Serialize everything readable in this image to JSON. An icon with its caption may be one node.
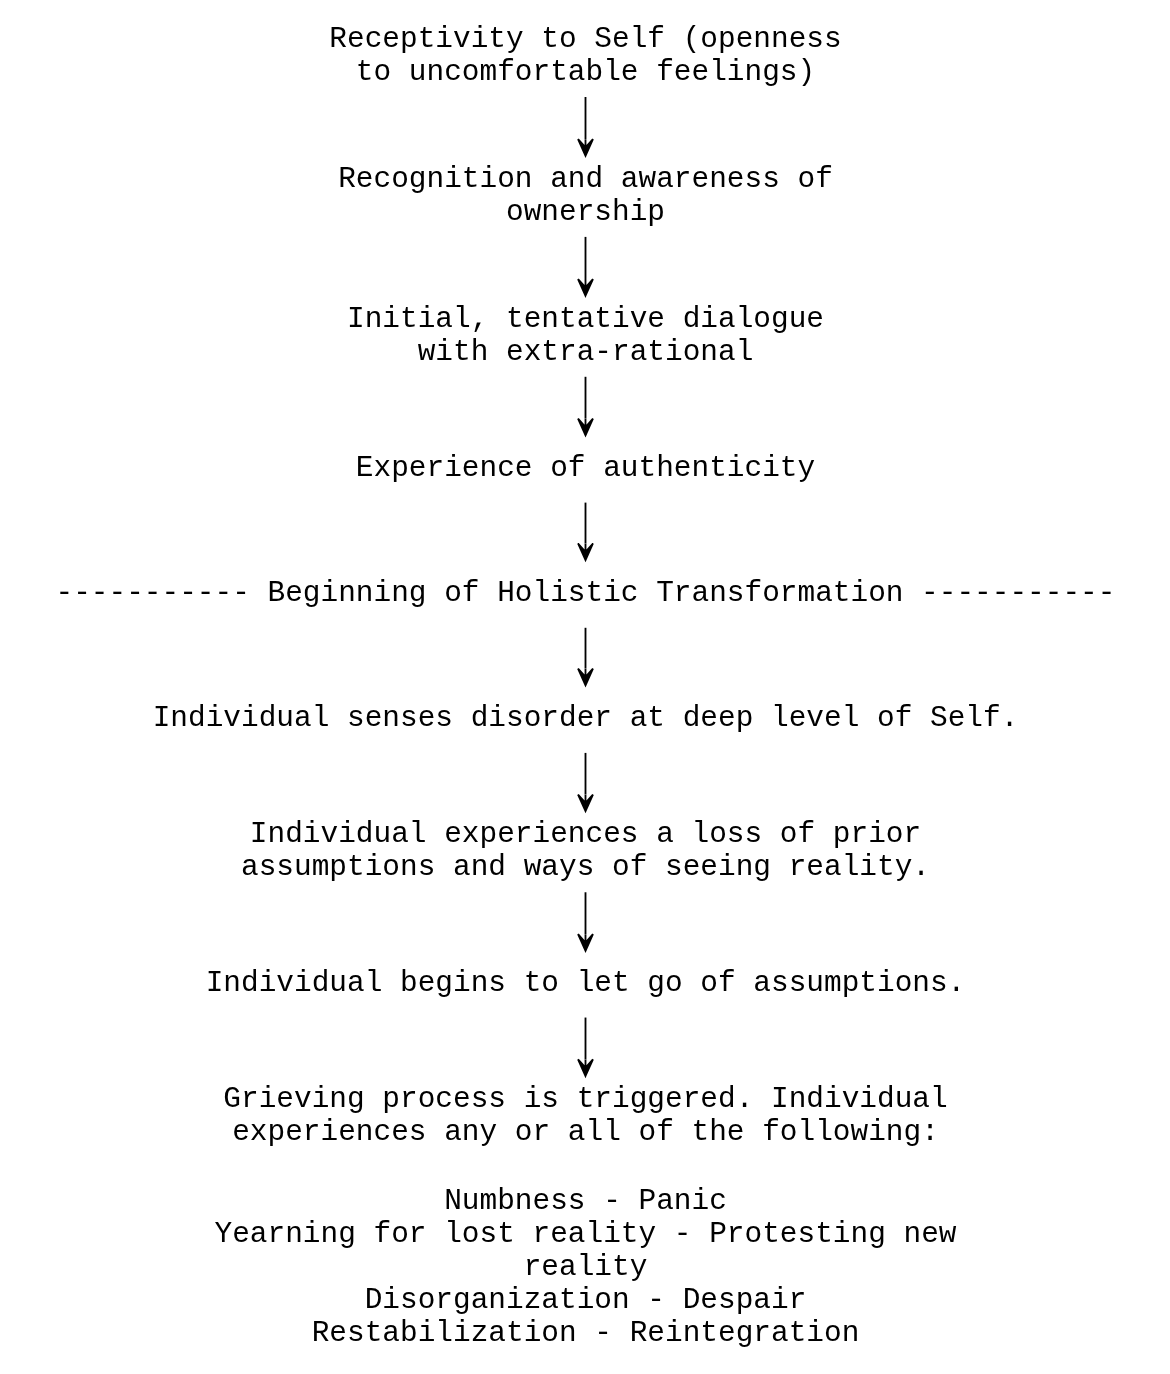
{
  "diagram": {
    "nodes": [
      {
        "text": [
          "Receptivity to Self (openness to uncomfortable feelings)"
        ]
      },
      {
        "text": [
          "Recognition and awareness of ownership"
        ]
      },
      {
        "text": [
          "Initial, tentative dialogue with extra-rational"
        ]
      },
      {
        "text": [
          "Experience of authenticity"
        ]
      },
      {
        "text": [
          "----------- Beginning of Holistic Transformation -----------"
        ]
      },
      {
        "text": [
          "Individual senses disorder at deep level of Self."
        ]
      },
      {
        "text": [
          "Individual experiences a loss of prior assumptions and ways of seeing reality."
        ]
      },
      {
        "text": [
          "Individual begins to let go of assumptions."
        ]
      },
      {
        "text": [
          "Grieving process is triggered. Individual experiences any or all of the following:",
          "Numbness - Panic",
          "Yearning for lost reality - Protesting new reality",
          "Disorganization - Despair",
          "Restabilization - Reintegration"
        ]
      }
    ],
    "edges": [
      {
        "from": 0,
        "to": 1,
        "arrow": "to"
      },
      {
        "from": 1,
        "to": 2,
        "arrow": "to"
      },
      {
        "from": 2,
        "to": 3,
        "arrow": "to"
      },
      {
        "from": 3,
        "to": 4,
        "arrow": "to"
      },
      {
        "from": 4,
        "to": 5,
        "arrow": "to"
      },
      {
        "from": 5,
        "to": 6,
        "arrow": "to"
      },
      {
        "from": 6,
        "to": 7,
        "arrow": "to"
      },
      {
        "from": 7,
        "to": 8,
        "arrow": "to"
      }
    ]
  }
}
